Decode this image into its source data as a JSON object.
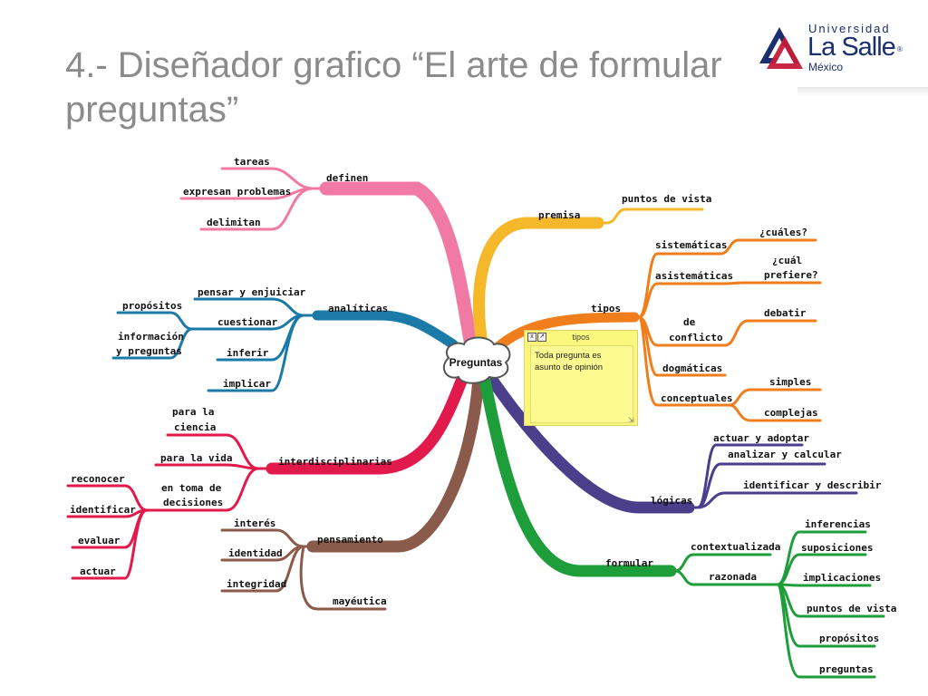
{
  "slide": {
    "title": "4.- Diseñador grafico “El arte de formular preguntas”"
  },
  "logo": {
    "line1": "Universidad",
    "line2": "La Salle",
    "reg": "®",
    "line3": "México",
    "color": "#1a2f6e",
    "accent": "#c41e3a"
  },
  "mindmap": {
    "center": "Preguntas",
    "branches": [
      {
        "label": "definen",
        "color": "#f07aa3",
        "children": [
          "tareas",
          "expresan problemas",
          "delimitan"
        ]
      },
      {
        "label": "analíticas",
        "color": "#1b7aa8",
        "children": [
          "pensar y enjuiciar",
          "cuestionar",
          "inferir",
          "implicar"
        ],
        "sub_children": {
          "cuestionar": [
            "propósitos",
            "información\ny preguntas"
          ]
        }
      },
      {
        "label": "interdisciplinarias",
        "color": "#e2194b",
        "children": [
          "para la\nciencia",
          "para la vida",
          "en toma de\ndecisiones"
        ],
        "sub_children": {
          "en toma de decisiones": [
            "reconocer",
            "identificar",
            "evaluar",
            "actuar"
          ]
        }
      },
      {
        "label": "pensamiento",
        "color": "#8a5a4a",
        "children": [
          "interés",
          "identidad",
          "integridad",
          "mayéutica"
        ]
      },
      {
        "label": "premisa",
        "color": "#f5b82a",
        "children": [
          "puntos de vista"
        ]
      },
      {
        "label": "tipos",
        "color": "#f07e1c",
        "children": [
          "sistemáticas",
          "asistemáticas",
          "de\nconflicto",
          "dogmáticas",
          "conceptuales"
        ],
        "sub_children": {
          "sistemáticas": [
            "¿cuáles?"
          ],
          "asistemáticas": [
            "¿cuál\nprefiere?"
          ],
          "de conflicto": [
            "debatir"
          ],
          "conceptuales": [
            "simples",
            "complejas"
          ]
        }
      },
      {
        "label": "lógicas",
        "color": "#4b3f8c",
        "children": [
          "actuar y adoptar",
          "analizar y calcular",
          "identificar y describir"
        ]
      },
      {
        "label": "formular",
        "color": "#1e9e3a",
        "children": [
          "contextualizada",
          "razonada"
        ],
        "sub_children": {
          "razonada": [
            "inferencias",
            "suposiciones",
            "implicaciones",
            "puntos de vista",
            "propósitos",
            "preguntas"
          ]
        }
      }
    ]
  },
  "note": {
    "title": "tipos",
    "text": "Toda pregunta es asunto de opinión",
    "close": "x",
    "resize": "⇲"
  }
}
